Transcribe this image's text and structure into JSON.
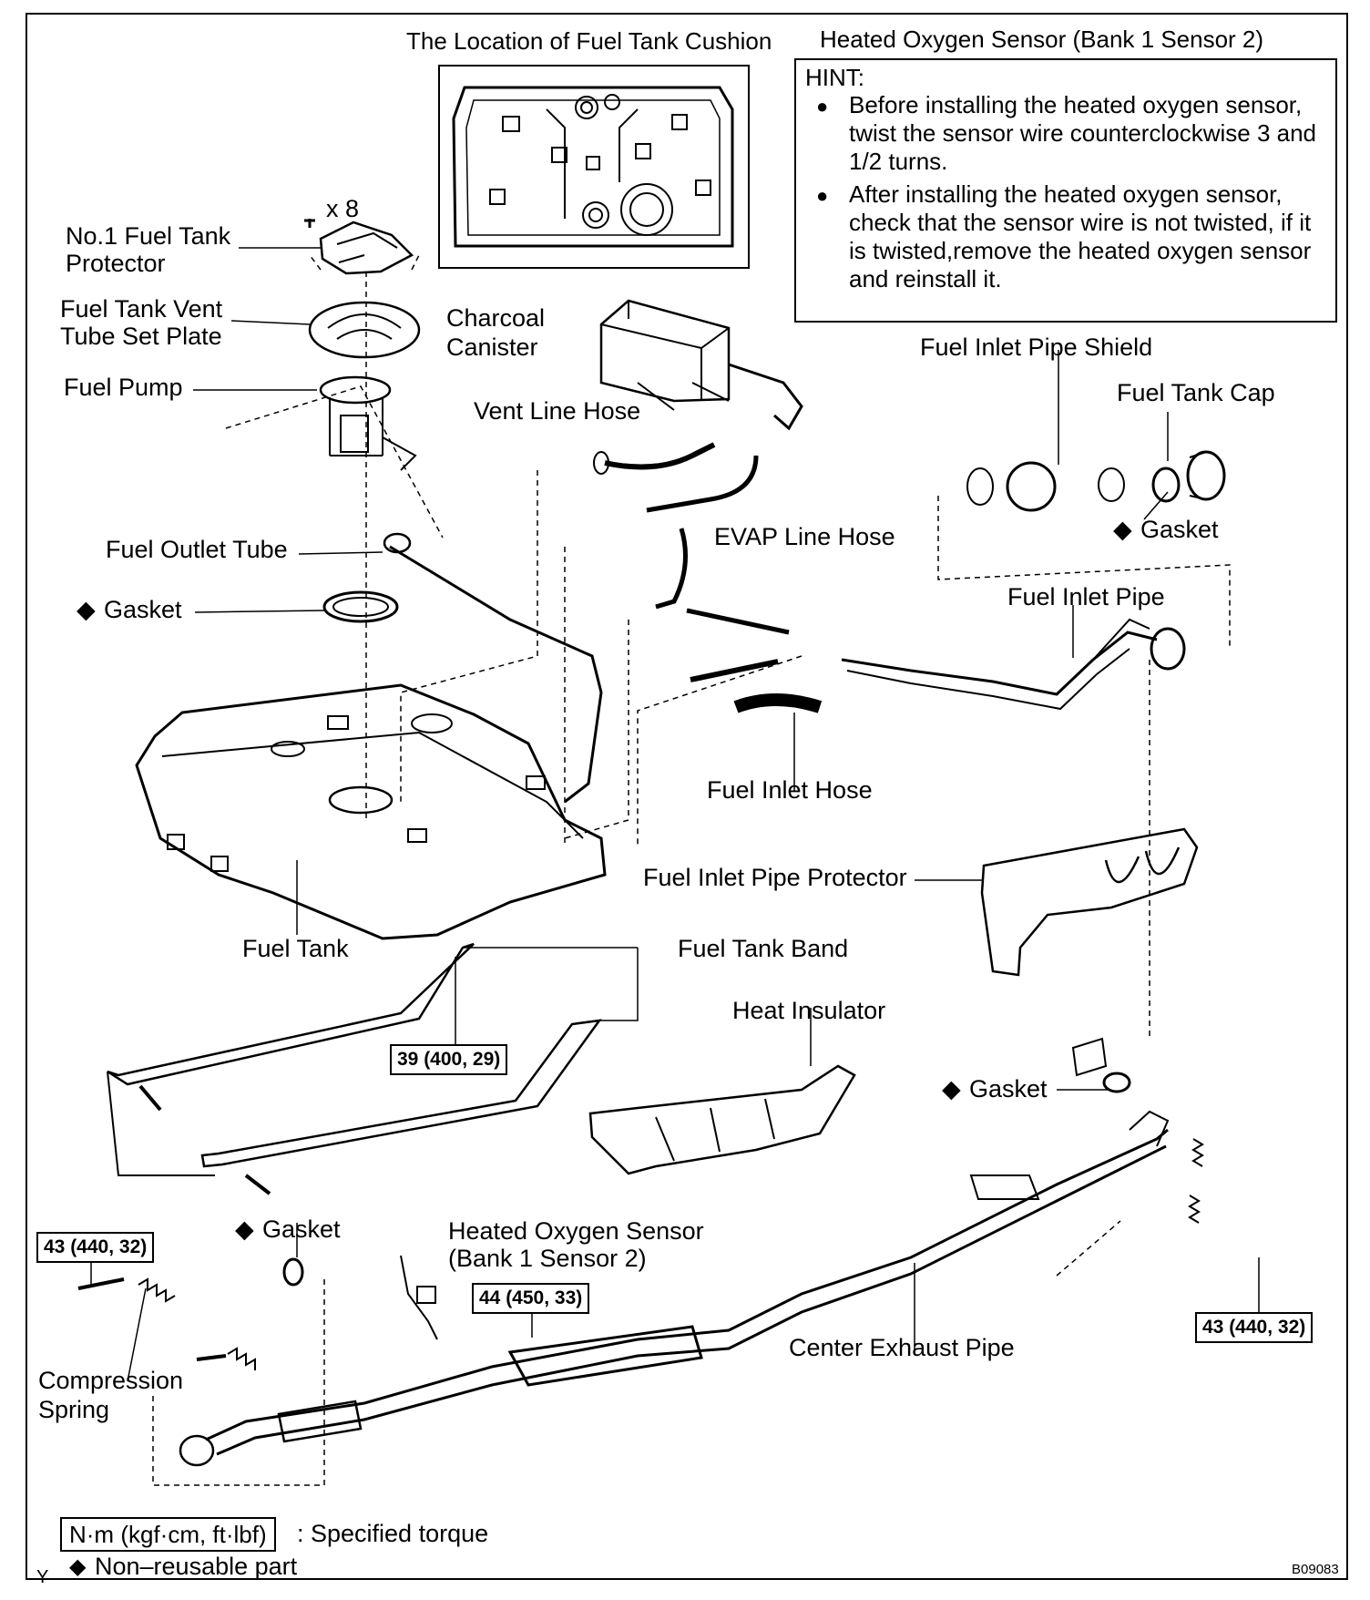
{
  "header": {
    "cushion_title": "The Location of Fuel Tank Cushion",
    "sensor_title": "Heated Oxygen Sensor (Bank 1 Sensor 2)"
  },
  "hint": {
    "title": "HINT:",
    "items": [
      "Before installing the heated oxygen sensor, twist the sensor wire counterclockwise 3 and 1/2 turns.",
      "After installing the heated oxygen sensor, check that the sensor wire is not twisted, if it is twisted,remove the heated oxygen sensor and reinstall it."
    ]
  },
  "labels": {
    "x8": "x 8",
    "no1_protector_1": "No.1 Fuel Tank",
    "no1_protector_2": "Protector",
    "vent_plate_1": "Fuel Tank Vent",
    "vent_plate_2": "Tube Set Plate",
    "fuel_pump": "Fuel Pump",
    "canister_1": "Charcoal",
    "canister_2": "Canister",
    "vent_line_hose": "Vent Line Hose",
    "inlet_pipe_shield": "Fuel Inlet Pipe Shield",
    "tank_cap": "Fuel Tank Cap",
    "gasket_cap": "Gasket",
    "evap_line_hose": "EVAP Line Hose",
    "fuel_outlet_tube": "Fuel Outlet Tube",
    "gasket_pump": "Gasket",
    "fuel_inlet_pipe": "Fuel Inlet Pipe",
    "fuel_inlet_hose": "Fuel Inlet Hose",
    "inlet_pipe_protector": "Fuel Inlet Pipe Protector",
    "fuel_tank": "Fuel Tank",
    "fuel_tank_band": "Fuel Tank Band",
    "heat_insulator": "Heat Insulator",
    "gasket_exhaust": "Gasket",
    "gasket_front": "Gasket",
    "ho2s_1": "Heated Oxygen Sensor",
    "ho2s_2": "(Bank 1 Sensor 2)",
    "center_exhaust_pipe": "Center Exhaust Pipe",
    "compression_1": "Compression",
    "compression_2": "Spring",
    "diamond": "◆"
  },
  "torques": {
    "band": "39 (400, 29)",
    "front": "43 (440, 32)",
    "sensor": "44 (450, 33)",
    "rear": "43 (440, 32)"
  },
  "legend": {
    "unit": "N·m (kgf·cm, ft·lbf)",
    "unit_desc": ": Specified torque",
    "nonreusable": "Non–reusable part",
    "corner": "Y",
    "code": "B09083"
  }
}
